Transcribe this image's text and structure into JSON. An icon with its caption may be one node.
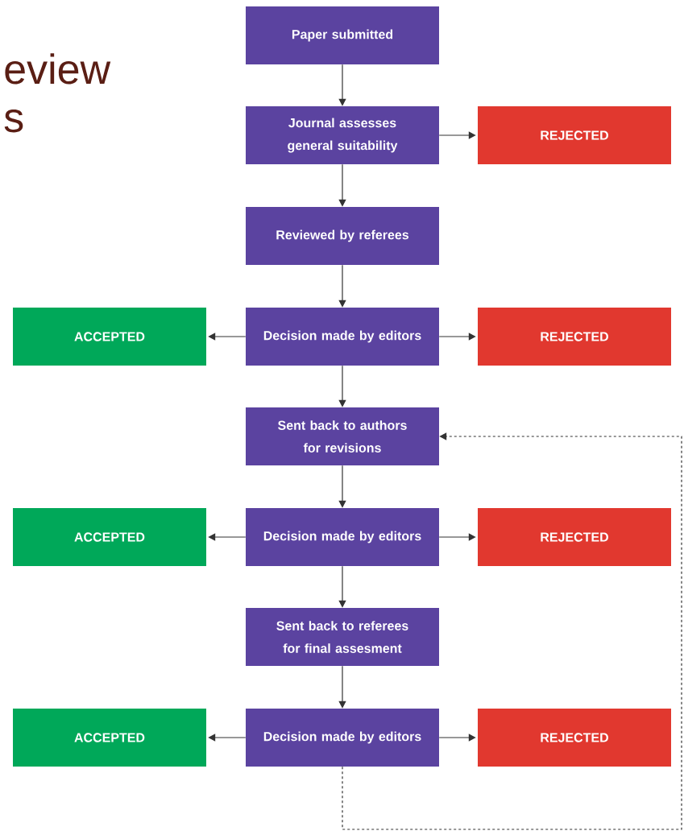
{
  "diagram": {
    "title": "eview s",
    "nodes": [
      {
        "text": [
          "Paper submitted"
        ]
      },
      {
        "text": [
          "Journal assesses general suitability"
        ]
      },
      {
        "text": [
          "REJECTED"
        ]
      },
      {
        "text": [
          "Reviewed by referees"
        ]
      },
      {
        "text": [
          "ACCEPTED"
        ]
      },
      {
        "text": [
          "Decision made by editors"
        ]
      },
      {
        "text": [
          "REJECTED"
        ]
      },
      {
        "text": [
          "Sent back to authors for revisions"
        ]
      },
      {
        "text": [
          "ACCEPTED"
        ]
      },
      {
        "text": [
          "Decision made by editors"
        ]
      },
      {
        "text": [
          "REJECTED"
        ]
      },
      {
        "text": [
          "Sent back to referees for final assesment"
        ]
      },
      {
        "text": [
          "ACCEPTED"
        ]
      },
      {
        "text": [
          "Decision made by editors"
        ]
      },
      {
        "text": [
          "REJECTED"
        ]
      }
    ],
    "edges": [
      {
        "from": 0,
        "to": 1,
        "arrow": "to"
      },
      {
        "from": 1,
        "to": 2,
        "arrow": "to"
      },
      {
        "from": 1,
        "to": 3,
        "arrow": "to"
      },
      {
        "from": 3,
        "to": 5,
        "arrow": "to"
      },
      {
        "from": 5,
        "to": 4,
        "arrow": "to"
      },
      {
        "from": 5,
        "to": 6,
        "arrow": "to"
      },
      {
        "from": 5,
        "to": 7,
        "arrow": "to"
      },
      {
        "from": 7,
        "to": 9,
        "arrow": "to"
      },
      {
        "from": 9,
        "to": 8,
        "arrow": "to"
      },
      {
        "from": 9,
        "to": 10,
        "arrow": "to"
      },
      {
        "from": 9,
        "to": 11,
        "arrow": "to"
      },
      {
        "from": 11,
        "to": 13,
        "arrow": "to"
      },
      {
        "from": 13,
        "to": 12,
        "arrow": "to"
      },
      {
        "from": 13,
        "to": 14,
        "arrow": "to"
      },
      {
        "from": 13,
        "to": 7,
        "arrow": "to",
        "style": "dashed"
      }
    ]
  }
}
